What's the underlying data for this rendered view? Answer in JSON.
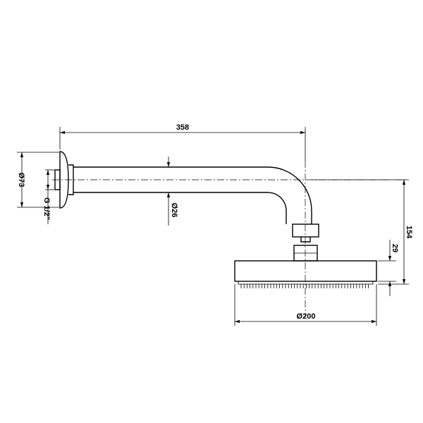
{
  "dimensions": {
    "arm_length": "358",
    "flange_diameter": "Ø73",
    "thread": "G 1/2\"",
    "tube_diameter": "Ø26",
    "head_diameter": "Ø200",
    "head_height": "29",
    "total_drop": "154"
  }
}
